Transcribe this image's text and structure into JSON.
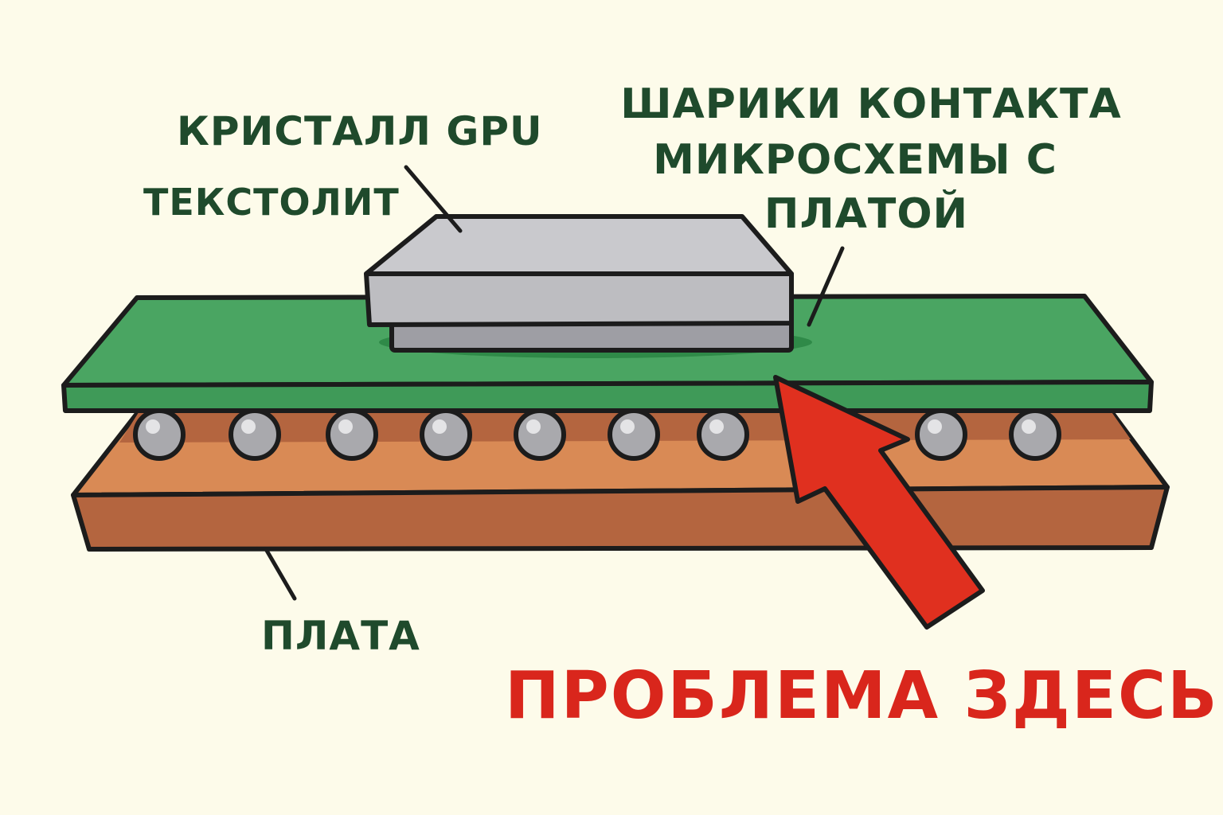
{
  "labels": {
    "gpu_die": "КРИСТАЛЛ GPU",
    "substrate": "ТЕКСТОЛИТ",
    "solder_balls": [
      "ШАРИКИ КОНТАКТА",
      "МИКРОСХЕМЫ С",
      "ПЛАТОЙ"
    ],
    "board": "ПЛАТА",
    "problem": "ПРОБЛЕМА ЗДЕСЬ"
  },
  "colors": {
    "background": "#fdfbea",
    "label_text": "#1f4a2c",
    "alert_red": "#d9261c",
    "substrate_green": "#4aa562",
    "board_brown": "#b4653f",
    "board_top": "#d98a55",
    "die_gray": "#bfbfc3",
    "ball_gray": "#a9a9ad"
  },
  "icons": {
    "pointer": "red-arrow-icon"
  }
}
